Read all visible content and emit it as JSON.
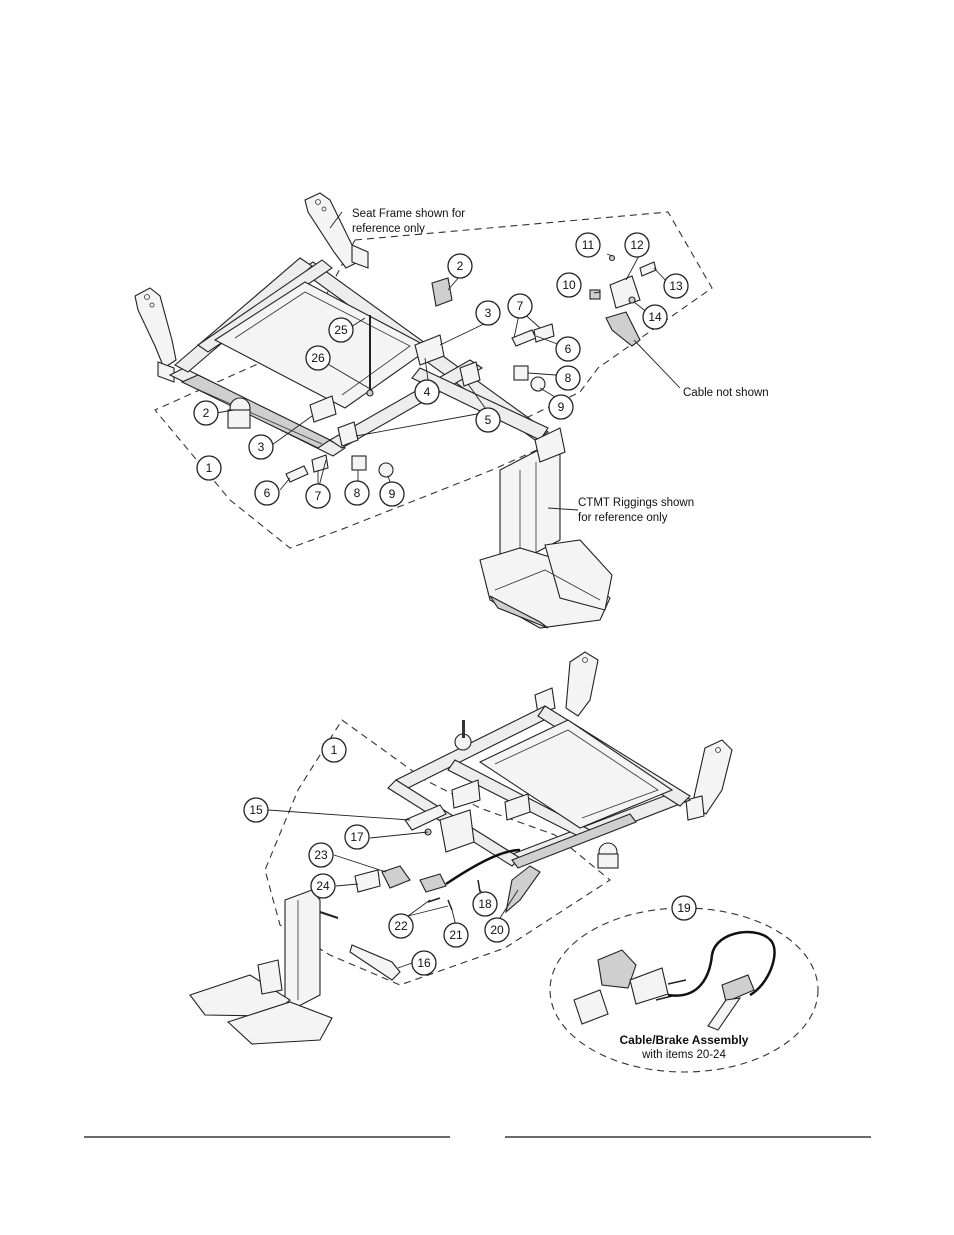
{
  "diagram": {
    "top_view": {
      "notes": {
        "seat_frame_line1": "Seat Frame shown for",
        "seat_frame_line2": "reference only",
        "cable_not_shown": "Cable not shown",
        "ctmt_line1": "CTMT Riggings shown",
        "ctmt_line2": "for reference only"
      },
      "callouts": [
        "1",
        "2",
        "2",
        "3",
        "3",
        "4",
        "5",
        "6",
        "6",
        "7",
        "7",
        "8",
        "8",
        "9",
        "9",
        "10",
        "11",
        "12",
        "13",
        "14",
        "25",
        "26"
      ]
    },
    "bottom_view": {
      "callouts": [
        "1",
        "15",
        "16",
        "17",
        "18",
        "19",
        "20",
        "21",
        "22",
        "23",
        "24"
      ],
      "detail": {
        "title": "Cable/Brake Assembly",
        "subtitle": "with items 20-24"
      }
    }
  }
}
